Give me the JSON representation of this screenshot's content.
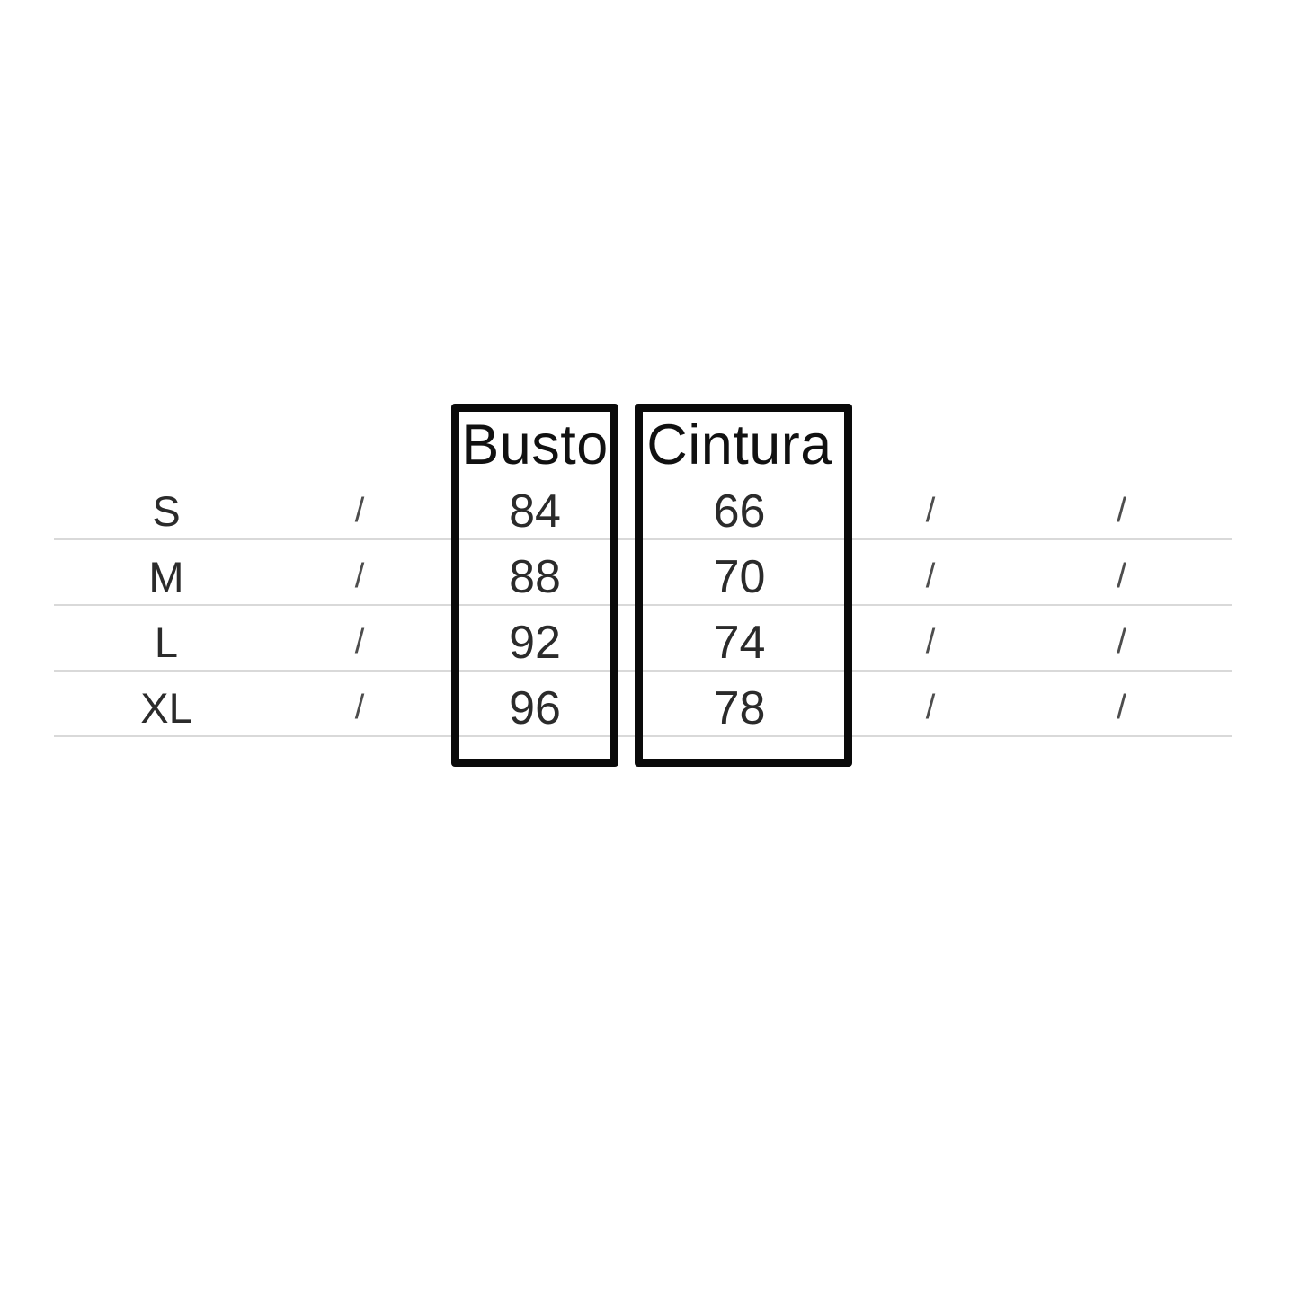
{
  "size_chart": {
    "headers": {
      "busto": "Busto",
      "cintura": "Cintura"
    },
    "rows": [
      {
        "size": "S",
        "col2": "/",
        "busto": "84",
        "cintura": "66",
        "col5": "/",
        "col6": "/"
      },
      {
        "size": "M",
        "col2": "/",
        "busto": "88",
        "cintura": "70",
        "col5": "/",
        "col6": "/"
      },
      {
        "size": "L",
        "col2": "/",
        "busto": "92",
        "cintura": "74",
        "col5": "/",
        "col6": "/"
      },
      {
        "size": "XL",
        "col2": "/",
        "busto": "96",
        "cintura": "78",
        "col5": "/",
        "col6": "/"
      }
    ],
    "colors": {
      "background": "#ffffff",
      "text": "#2b2b2b",
      "header_text": "#111111",
      "slash": "#4d4d4d",
      "row_line": "#d9d9d9",
      "highlight_box": "#0a0a0a"
    }
  }
}
